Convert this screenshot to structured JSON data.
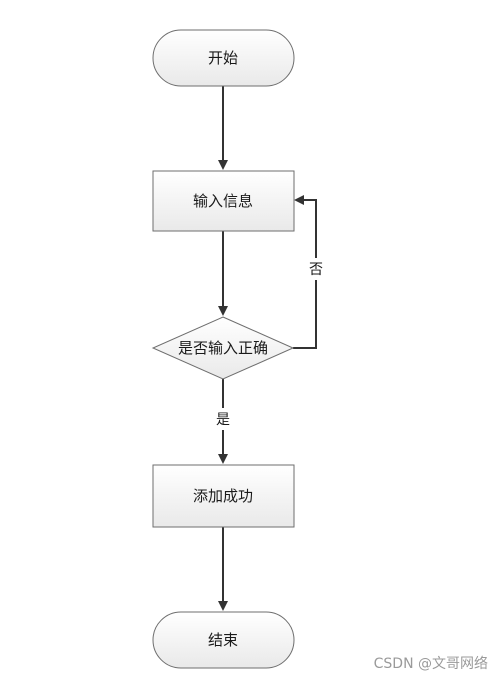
{
  "nodes": {
    "start": {
      "label": "开始",
      "shape": "terminal"
    },
    "input": {
      "label": "输入信息",
      "shape": "process"
    },
    "check": {
      "label": "是否输入正确",
      "shape": "decision"
    },
    "add": {
      "label": "添加成功",
      "shape": "process"
    },
    "end": {
      "label": "结束",
      "shape": "terminal"
    }
  },
  "edges": {
    "no_label": "否",
    "yes_label": "是"
  },
  "watermark": "CSDN @文哥网络",
  "colors": {
    "node_fill_top": "#ffffff",
    "node_fill_bottom": "#e9e9e9",
    "node_stroke": "#6e6e6e",
    "arrow": "#333333",
    "text": "#1a1a1a",
    "watermark": "#9a9a9a"
  }
}
